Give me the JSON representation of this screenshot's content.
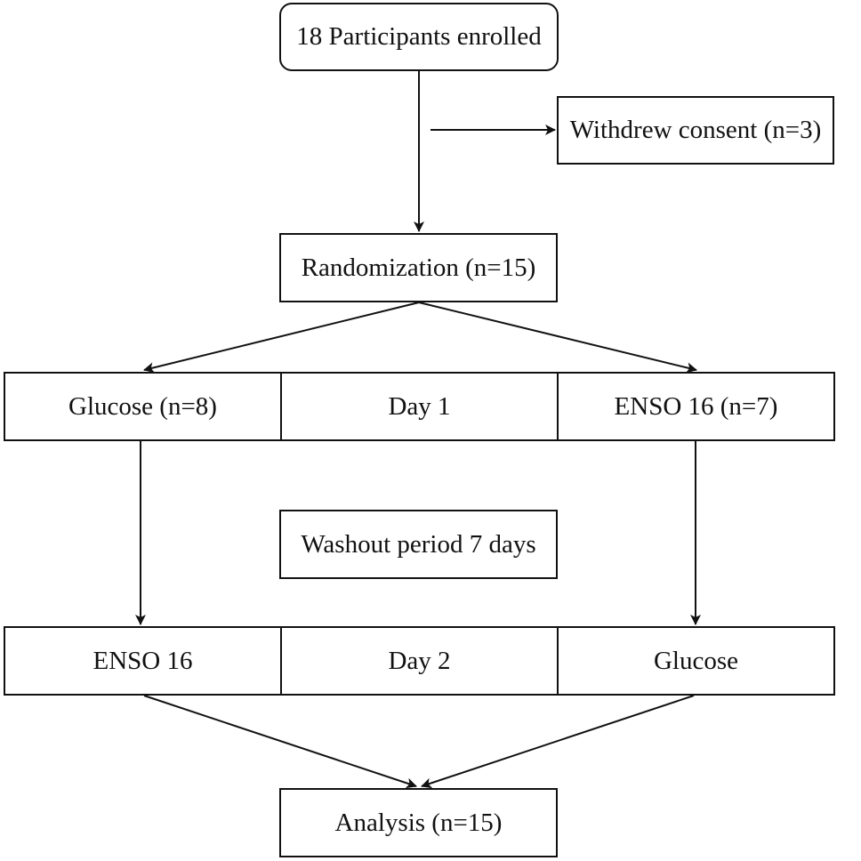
{
  "flowchart": {
    "enrolled": "18 Participants enrolled",
    "withdrew": "Withdrew consent (n=3)",
    "randomization": "Randomization (n=15)",
    "day1": {
      "left_arm": "Glucose (n=8)",
      "label": "Day 1",
      "right_arm": "ENSO 16 (n=7)"
    },
    "washout": "Washout period 7 days",
    "day2": {
      "left_arm": "ENSO 16",
      "label": "Day 2",
      "right_arm": "Glucose"
    },
    "analysis": "Analysis (n=15)"
  },
  "colors": {
    "stroke": "#111111",
    "background": "#ffffff"
  }
}
